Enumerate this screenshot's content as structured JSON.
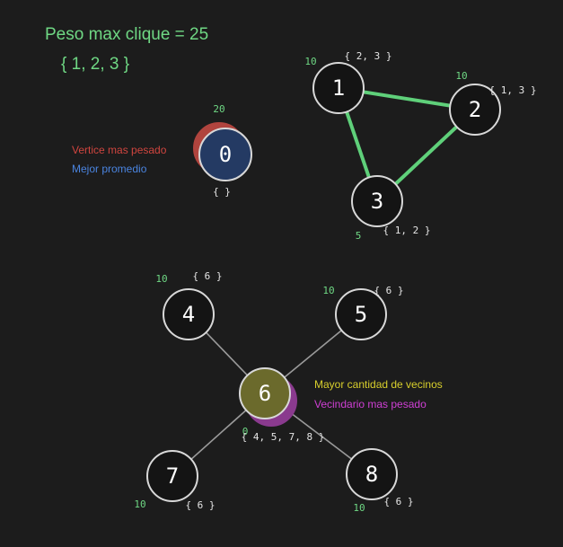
{
  "header": {
    "title": "Peso max clique = 25",
    "clique": "{ 1, 2, 3 }"
  },
  "legends": {
    "heaviest_vertex": "Vertice mas pesado",
    "best_average": "Mejor promedio",
    "most_neighbors": "Mayor cantidad de vecinos",
    "heaviest_neighborhood": "Vecindario mas pesado"
  },
  "colors": {
    "background": "#1c1c1c",
    "clique_edge": "#5fd07a",
    "plain_edge": "#9a9a9a",
    "node_fill": "#141414",
    "node_stroke": "#d8d8d8",
    "heaviest_vertex": "#b0443e",
    "best_average": "#243a63",
    "most_neighbors": "#6b6a2c",
    "heaviest_neighborhood": "#8a3a8e",
    "weight_text": "#6fd884"
  },
  "nodes": {
    "n0": {
      "label": "0",
      "weight": "20",
      "neighbors": "{ }"
    },
    "n1": {
      "label": "1",
      "weight": "10",
      "neighbors": "{ 2, 3 }"
    },
    "n2": {
      "label": "2",
      "weight": "10",
      "neighbors": "{ 1, 3 }"
    },
    "n3": {
      "label": "3",
      "weight": "5",
      "neighbors": "{ 1, 2 }"
    },
    "n4": {
      "label": "4",
      "weight": "10",
      "neighbors": "{ 6 }"
    },
    "n5": {
      "label": "5",
      "weight": "10",
      "neighbors": "{ 6 }"
    },
    "n6": {
      "label": "6",
      "weight": "0",
      "neighbors": "{ 4, 5, 7, 8 }"
    },
    "n7": {
      "label": "7",
      "weight": "10",
      "neighbors": "{ 6 }"
    },
    "n8": {
      "label": "8",
      "weight": "10",
      "neighbors": "{ 6 }"
    }
  },
  "edges": [
    {
      "from": "1",
      "to": "2",
      "in_clique": true
    },
    {
      "from": "1",
      "to": "3",
      "in_clique": true
    },
    {
      "from": "2",
      "to": "3",
      "in_clique": true
    },
    {
      "from": "6",
      "to": "4",
      "in_clique": false
    },
    {
      "from": "6",
      "to": "5",
      "in_clique": false
    },
    {
      "from": "6",
      "to": "7",
      "in_clique": false
    },
    {
      "from": "6",
      "to": "8",
      "in_clique": false
    }
  ]
}
